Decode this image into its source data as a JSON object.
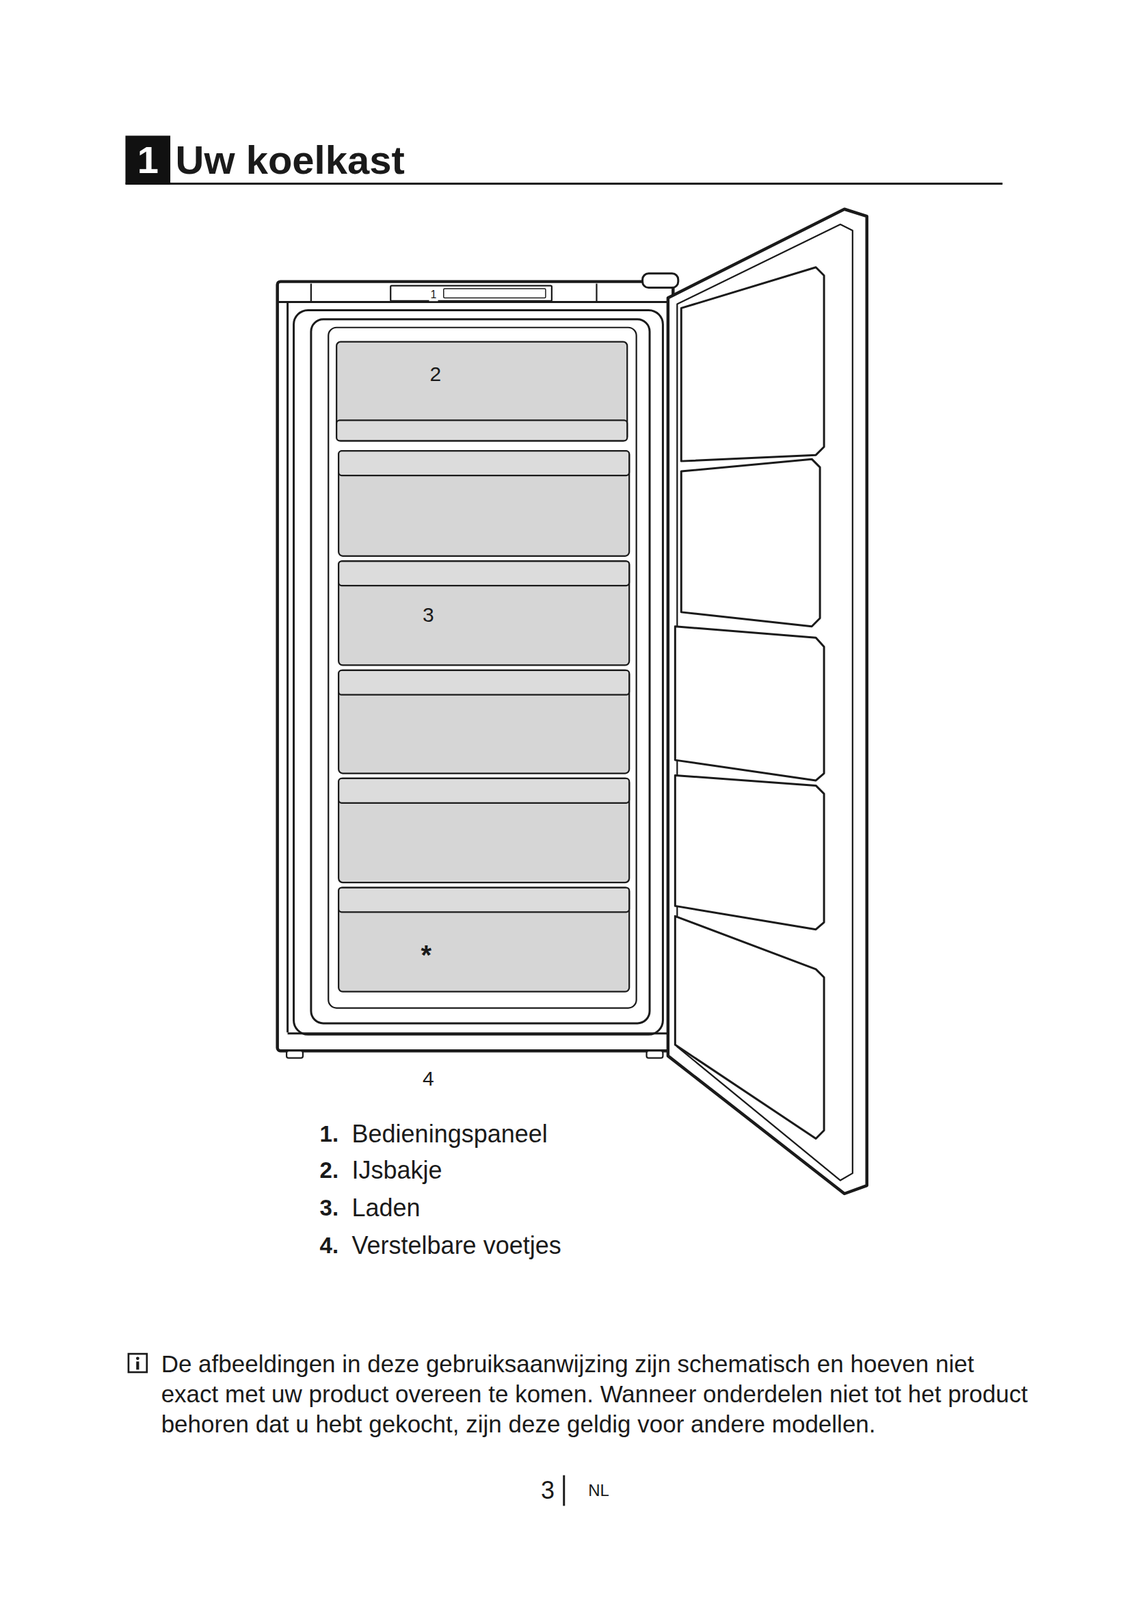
{
  "diagram": {
    "title": "Uw koelkast",
    "labels": [
      "1",
      "1",
      "2",
      "3",
      "*",
      "4",
      "1.",
      "Bedieningspaneel",
      "2.",
      "IJsbakje",
      "3.",
      "Laden",
      "4.",
      "Verstelbare voetjes",
      "De afbeeldingen in deze gebruiksaanwijzing zijn schematisch en hoeven niet exact met uw product overeen te komen. Wanneer onderdelen niet tot het product behoren dat u hebt gekocht, zijn deze geldig voor andere modellen.",
      "3",
      "NL"
    ]
  }
}
